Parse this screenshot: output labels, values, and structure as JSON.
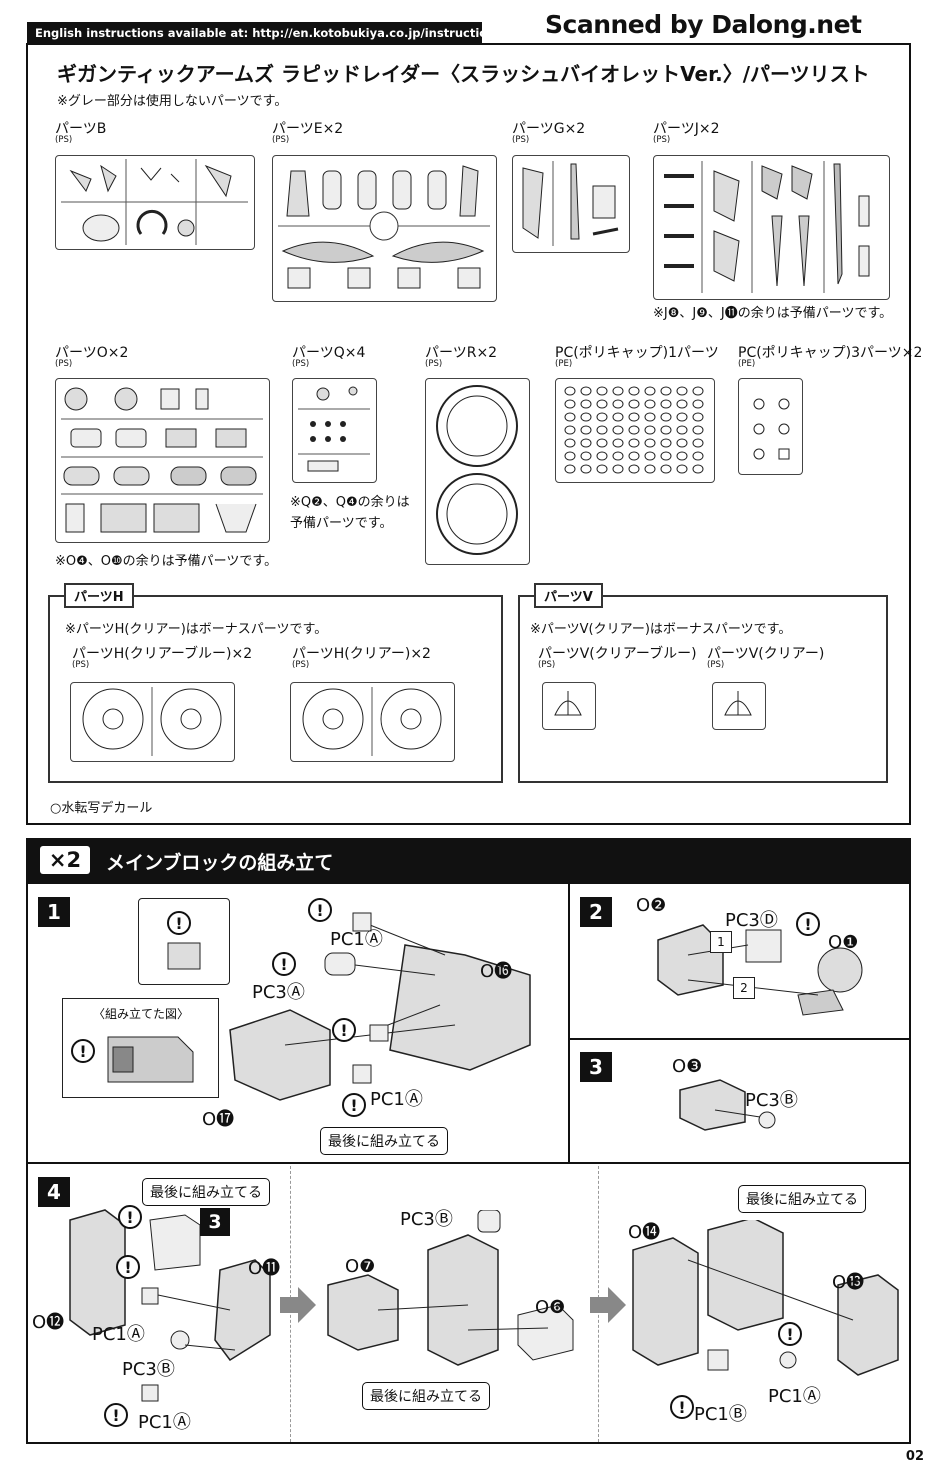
{
  "header": {
    "instructions_url": "English instructions available at: http://en.kotobukiya.co.jp/instructions",
    "scanner_credit": "Scanned by Dalong.net"
  },
  "parts_list": {
    "title": "ギガンティックアームズ ラピッドレイダー〈スラッシュバイオレットVer.〉/パーツリスト",
    "gray_note": "※グレー部分は使用しないパーツです。",
    "runners": [
      {
        "label": "パーツB",
        "material": "(PS)"
      },
      {
        "label": "パーツE×2",
        "material": "(PS)"
      },
      {
        "label": "パーツG×2",
        "material": "(PS)"
      },
      {
        "label": "パーツJ×2",
        "material": "(PS)"
      },
      {
        "label": "パーツO×2",
        "material": "(PS)"
      },
      {
        "label": "パーツQ×4",
        "material": "(PS)"
      },
      {
        "label": "パーツR×2",
        "material": "(PS)"
      },
      {
        "label": "PC(ポリキャップ)1パーツ",
        "material": "(PE)"
      },
      {
        "label": "PC(ポリキャップ)3パーツ×2",
        "material": "(PE)"
      }
    ],
    "j_note": "※J❽、J❾、J⓫の余りは予備パーツです。",
    "o_note": "※O❹、O❿の余りは予備パーツです。",
    "q_note": "※Q❷、Q❹の余りは予備パーツです。",
    "bonus_h": {
      "tag": "パーツH",
      "note": "※パーツH(クリアー)はボーナスパーツです。",
      "variant1": "パーツH(クリアーブルー)×2",
      "variant2": "パーツH(クリアー)×2",
      "material": "(PS)"
    },
    "bonus_v": {
      "tag": "パーツV",
      "note": "※パーツV(クリアー)はボーナスパーツです。",
      "variant1": "パーツV(クリアーブルー)",
      "variant2": "パーツV(クリアー)",
      "material": "(PS)"
    },
    "decal_note": "○水転写デカール"
  },
  "section": {
    "badge": "×2",
    "title": "メインブロックの組み立て",
    "steps": [
      {
        "number": "1",
        "assembled_view": "〈組み立てた図〉",
        "callout": "最後に組み立てる",
        "parts": [
          "PC1Ⓐ",
          "PC3Ⓐ",
          "PC1Ⓐ",
          "O⓰",
          "O⓱"
        ]
      },
      {
        "number": "2",
        "parts": [
          "O❷",
          "PC3Ⓓ",
          "O❶"
        ],
        "order": [
          "1",
          "2"
        ]
      },
      {
        "number": "3",
        "parts": [
          "O❸",
          "PC3Ⓑ"
        ]
      },
      {
        "number": "4",
        "ref_step": "3",
        "callout": "最後に組み立てる",
        "parts": [
          "O⓫",
          "O⓬",
          "PC1Ⓐ",
          "PC3Ⓑ",
          "PC1Ⓐ",
          "O❼",
          "PC3Ⓑ",
          "O❻",
          "O⓮",
          "O⓭",
          "PC1Ⓑ",
          "PC1Ⓐ"
        ]
      }
    ]
  },
  "page_number": "02"
}
